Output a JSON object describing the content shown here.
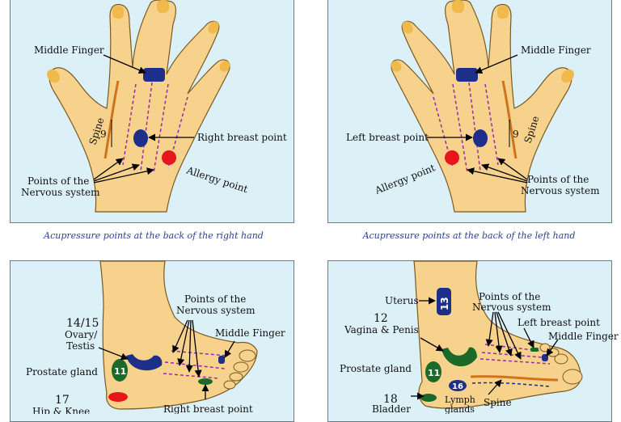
{
  "captions": {
    "right_hand": "Acupressure points at the back of the right hand",
    "left_hand": "Acupressure points at the back of the left hand"
  },
  "right_hand": {
    "middle_finger": "Middle Finger",
    "spine": "Spine",
    "spine_number": "9",
    "right_breast_point": "Right breast point",
    "allergy_point": "Allergy point",
    "nervous_line1": "Points of the",
    "nervous_line2": "Nervous system"
  },
  "left_hand": {
    "middle_finger": "Middle Finger",
    "spine": "Spine",
    "spine_number": "9",
    "left_breast_point": "Left breast point",
    "allergy_point": "Allergy point",
    "nervous_line1": "Points of the",
    "nervous_line2": "Nervous system"
  },
  "right_foot": {
    "nervous_line1": "Points of the",
    "nervous_line2": "Nervous system",
    "ovary_number": "14/15",
    "ovary_line1": "Ovary/",
    "ovary_line2": "Testis",
    "middle_finger": "Middle Finger",
    "prostate_gland": "Prostate gland",
    "prostate_number": "11",
    "hip_number": "17",
    "hip_label": "Hip & Knee",
    "right_breast_point": "Right breast point"
  },
  "left_foot": {
    "uterus": "Uterus",
    "uterus_number": "13",
    "nervous_line1": "Points of the",
    "nervous_line2": "Nervous system",
    "vagina_number": "12",
    "vagina_label": "Vagina & Penis",
    "left_breast_point": "Left breast point",
    "middle_finger": "Middle Finger",
    "prostate_gland": "Prostate gland",
    "prostate_number": "11",
    "lymph_number": "16",
    "lymph_line1": "Lymph",
    "lymph_line2": "glands",
    "bladder_number": "18",
    "bladder_label": "Bladder",
    "spine": "Spine"
  },
  "colors": {
    "panel_bg": "#dcf0f8",
    "skin": "#f7d28c",
    "skin_outline": "#7a5a22",
    "nail": "#f1b84c",
    "blue_point": "#1e2f8a",
    "red_point": "#e8161b",
    "green_point": "#1c6a2a",
    "nerve_line": "#9a2aa8",
    "spine_line": "#d0741c",
    "caption": "#2a3f9a"
  }
}
